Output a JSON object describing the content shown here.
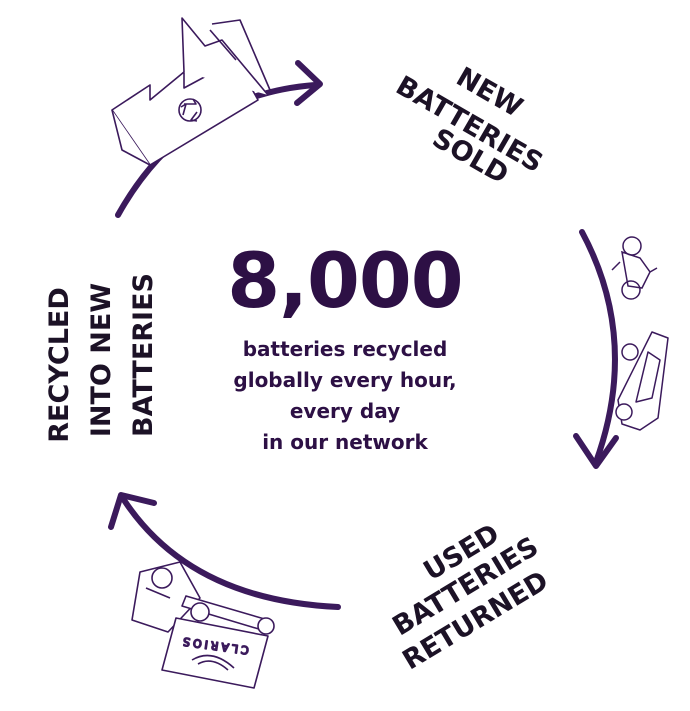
{
  "colors": {
    "primary": "#3b1a5c",
    "text": "#1c1226"
  },
  "center": {
    "headline": "8,000",
    "lines": [
      "batteries recycled",
      "globally every hour,",
      "every day",
      "in our network"
    ]
  },
  "stages": {
    "new_sold": [
      "NEW",
      "BATTERIES",
      "SOLD"
    ],
    "used_returned": [
      "USED",
      "BATTERIES",
      "RETURNED"
    ],
    "recycled": [
      "RECYCLED",
      "INTO NEW",
      "BATTERIES"
    ]
  },
  "icons": {
    "factory": "factory-recycle-icon",
    "motorcycle": "motorcycle-icon",
    "car": "car-icon",
    "truck": "truck-icon",
    "battery": "battery-icon",
    "battery_brand": "CLARIOS"
  }
}
